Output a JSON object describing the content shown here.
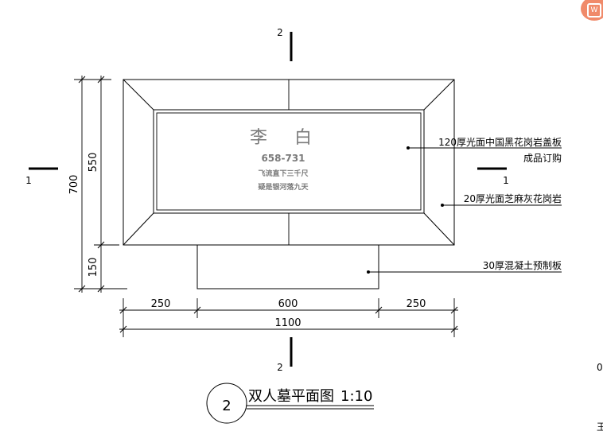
{
  "stone": {
    "name": "李　白",
    "years": "658-731",
    "poem_line1": "飞流直下三千尺",
    "poem_line2": "疑是银河落九天"
  },
  "notes": {
    "cap_slab": "120厚光面中国黑花岗岩盖板",
    "cap_slab_sub": "成品订购",
    "granite": "20厚光面芝麻灰花岗岩",
    "concrete": "30厚混凝土预制板"
  },
  "dimensions": {
    "left_width": "250",
    "middle_width": "600",
    "right_width": "250",
    "total_width": "1100",
    "upper_height": "550",
    "total_height": "700",
    "base_height": "150"
  },
  "section_marks": {
    "top": "2",
    "bottom": "2",
    "left": "1",
    "right": "1"
  },
  "title": {
    "number": "2",
    "text": "双人墓平面图",
    "scale": "1:10"
  },
  "edge_marks": {
    "right_partial": "0",
    "right_lower": "王"
  },
  "app_icon": "office-app-icon"
}
